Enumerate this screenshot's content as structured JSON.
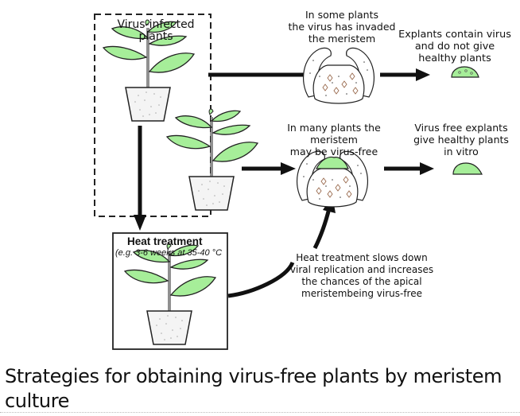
{
  "labels": {
    "infected_box_title": "Virus-infected plants",
    "some_plants": "In some plants\nthe virus has invaded\nthe meristem",
    "explants_virus": "Explants contain virus\nand do not give\nhealthy plants",
    "many_plants": "In many plants the meristem\nmay be virus-free",
    "virus_free_explants": "Virus free explants\ngive healthy plants\nin vitro",
    "heat_title": "Heat treatment",
    "heat_subtitle": "(e.g. 3-6 weeks at  35-40 °C",
    "heat_explanation": "Heat treatment slows down\nviral replication and increases\nthe chances of the apical\nmeristembeing virus-free"
  },
  "caption": "Strategies for obtaining virus-free plants by meristem culture",
  "colors": {
    "leaf": "#a6ee99",
    "outline": "#222222",
    "virus": "#9a6b4f",
    "soil": "#f2f2f2"
  }
}
